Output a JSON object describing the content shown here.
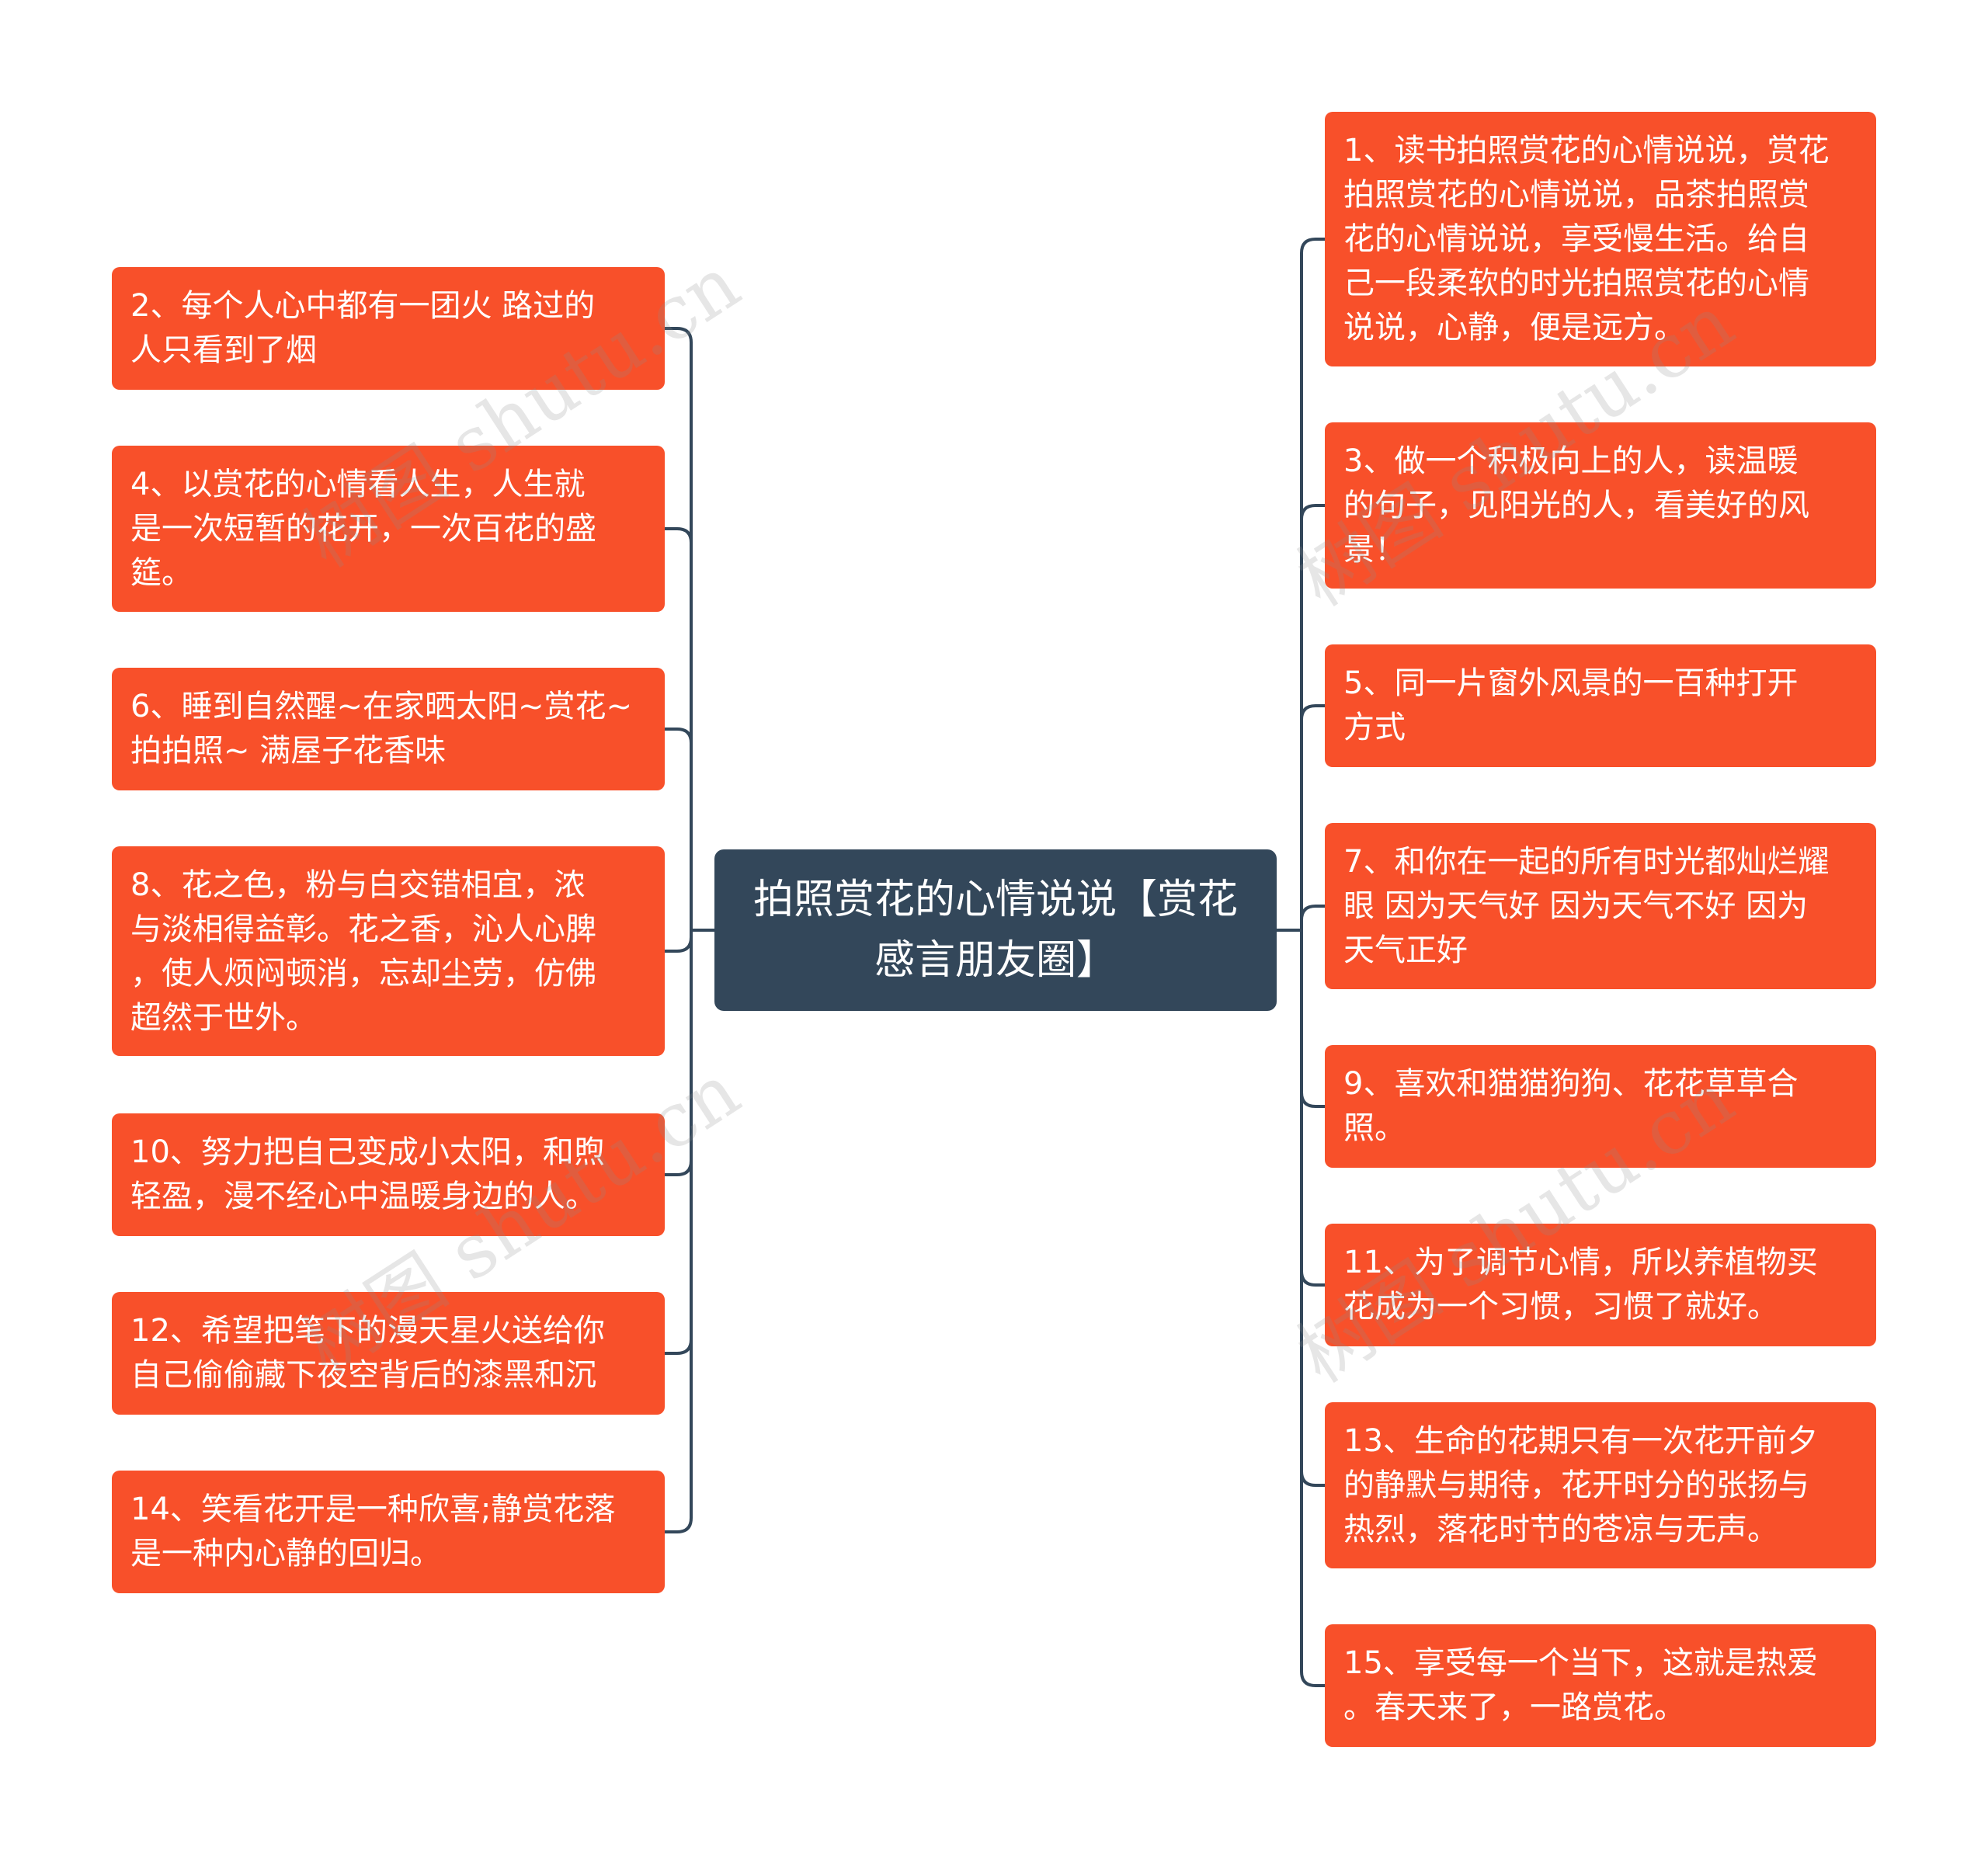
{
  "center": "拍照赏花的心情说说【赏花感言朋友圈】",
  "left_nodes": [
    "2、每个人心中都有一团火 路过的\n人只看到了烟",
    "4、以赏花的心情看人生，人生就\n是一次短暂的花开，一次百花的盛\n筵。",
    "6、睡到自然醒~在家晒太阳~赏花~\n拍拍照~ 满屋子花香味",
    "8、花之色，粉与白交错相宜，浓\n与淡相得益彰。花之香，沁人心脾\n，使人烦闷顿消，忘却尘劳，仿佛\n超然于世外。",
    "10、努力把自己变成小太阳，和煦\n轻盈，漫不经心中温暖身边的人。",
    "12、希望把笔下的漫天星火送给你\n自己偷偷藏下夜空背后的漆黑和沉",
    "14、笑看花开是一种欣喜;静赏花落\n是一种内心静的回归。"
  ],
  "right_nodes": [
    "1、读书拍照赏花的心情说说，赏花\n拍照赏花的心情说说，品茶拍照赏\n花的心情说说，享受慢生活。给自\n己一段柔软的时光拍照赏花的心情\n说说，心静，便是远方。",
    "3、做一个积极向上的人，读温暖\n的句子，见阳光的人，看美好的风\n景！",
    "5、同一片窗外风景的一百种打开\n方式",
    "7、和你在一起的所有时光都灿烂耀\n眼 因为天气好 因为天气不好 因为\n天气正好",
    "9、喜欢和猫猫狗狗、花花草草合\n照。",
    "11、为了调节心情，所以养植物买\n花成为一个习惯，习惯了就好。",
    "13、生命的花期只有一次花开前夕\n的静默与期待，花开时分的张扬与\n热烈，落花时节的苍凉与无声。",
    "15、享受每一个当下，这就是热爱\n。春天来了，一路赏花。"
  ],
  "watermark": "树图 shutu.cn",
  "colors": {
    "node": "#f8502a",
    "center": "#33475a",
    "connector": "#33475a"
  }
}
